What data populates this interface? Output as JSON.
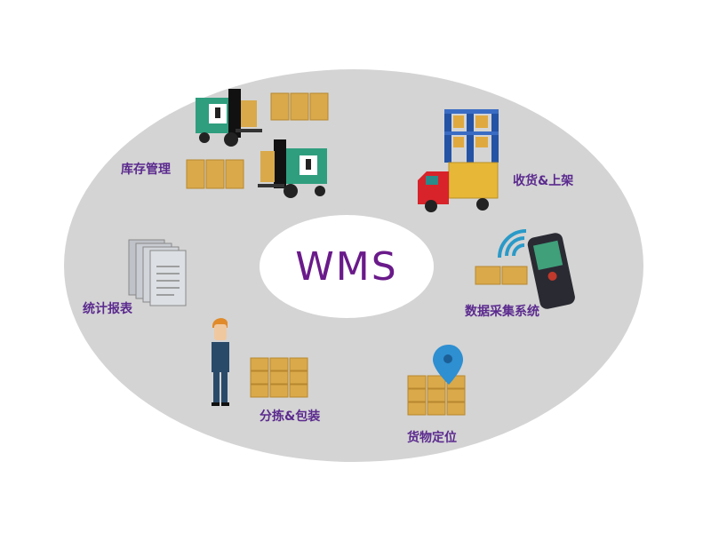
{
  "diagram": {
    "center_title": "WMS",
    "colors": {
      "ring": "#d4d4d4",
      "hub": "#ffffff",
      "title": "#6a1a8a",
      "label": "#5b2a8e",
      "box": "#d9a94a",
      "forklift": "#2f9e7e",
      "rack": "#2453a6",
      "truck_cab": "#d8232a",
      "pin": "#2e8fd1"
    },
    "modules": [
      {
        "id": "inventory",
        "label": "库存管理",
        "icon": "forklift-icon"
      },
      {
        "id": "receiving",
        "label": "收货&上架",
        "icon": "truck-icon"
      },
      {
        "id": "data-collection",
        "label": "数据采集系统",
        "icon": "handheld-scanner-icon"
      },
      {
        "id": "location",
        "label": "货物定位",
        "icon": "map-pin-icon"
      },
      {
        "id": "picking",
        "label": "分拣&包装",
        "icon": "worker-icon"
      },
      {
        "id": "reports",
        "label": "统计报表",
        "icon": "documents-icon"
      }
    ]
  }
}
